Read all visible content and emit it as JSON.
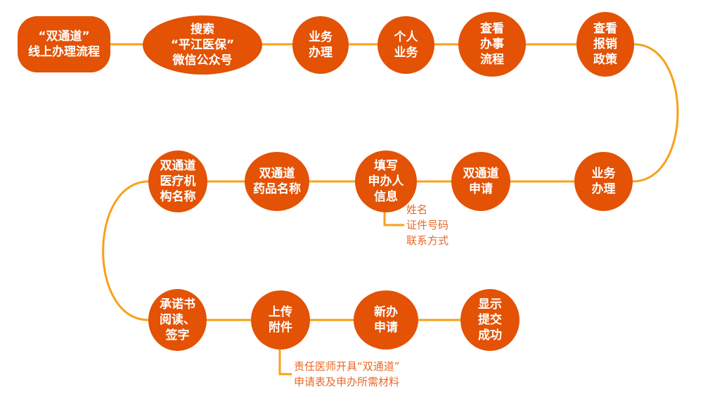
{
  "title": "“双通道”线上办理流程",
  "colors": {
    "node_fill": "#e35205",
    "connector": "#f7a11a",
    "note_text": "#e8692a",
    "node_text": "#ffffff"
  },
  "nodes": [
    {
      "id": "start",
      "label": "“双通道”\n线上办理流程"
    },
    {
      "id": "search",
      "label": "搜索\n“平江医保”\n微信公众号"
    },
    {
      "id": "business1",
      "label": "业务\n办理"
    },
    {
      "id": "personal",
      "label": "个人\n业务"
    },
    {
      "id": "view-process",
      "label": "查看\n办事\n流程"
    },
    {
      "id": "view-policy",
      "label": "查看\n报销\n政策"
    },
    {
      "id": "business2",
      "label": "业务\n办理"
    },
    {
      "id": "apply",
      "label": "双通道\n申请"
    },
    {
      "id": "fill-info",
      "label": "填写\n申办人\n信息"
    },
    {
      "id": "drug-name",
      "label": "双通道\n药品名称"
    },
    {
      "id": "institution",
      "label": "双通道\n医疗机\n构名称"
    },
    {
      "id": "commitment",
      "label": "承诺书\n阅读、\n签字"
    },
    {
      "id": "upload",
      "label": "上传\n附件"
    },
    {
      "id": "new-apply",
      "label": "新办\n申请"
    },
    {
      "id": "success",
      "label": "显示\n提交\n成功"
    }
  ],
  "notes": {
    "fill_info": "姓名\n证件号码\n联系方式",
    "upload": "责任医师开具“双通道”\n申请表及申办所需材料"
  }
}
